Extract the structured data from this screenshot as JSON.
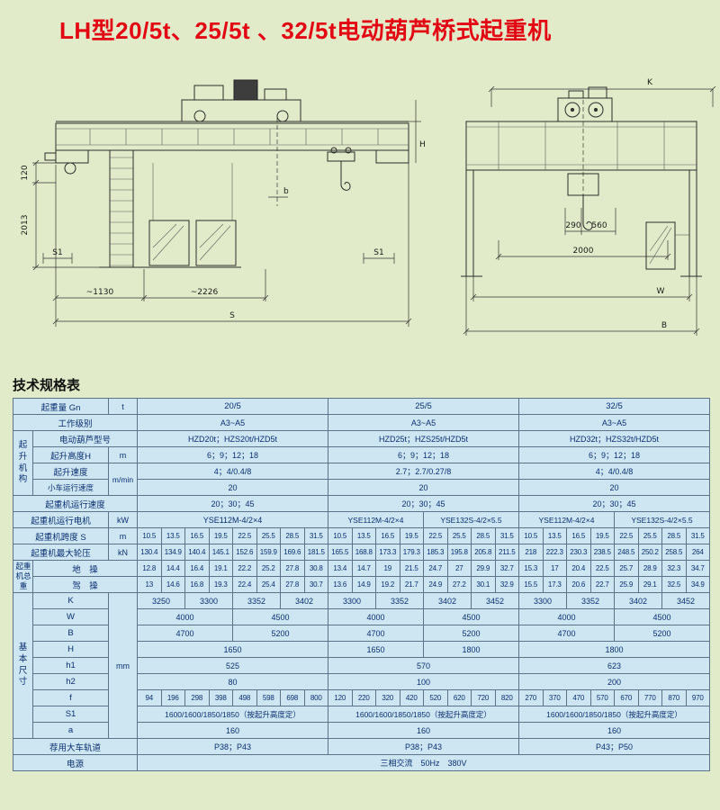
{
  "title": "LH型20/5t、25/5t 、32/5t电动葫芦桥式起重机",
  "spec_table_title": "技术规格表",
  "drawing_side": {
    "dims": {
      "v120": "120",
      "v2013": "2013",
      "s1_left": "S1",
      "s1_right": "S1",
      "w1130": "~1130",
      "w2226": "~2226",
      "span": "S",
      "height": "H",
      "b": "b"
    }
  },
  "drawing_end": {
    "dims": {
      "k": "K",
      "v290": "290",
      "v560": "560",
      "v2000": "2000",
      "w": "W",
      "b": "B"
    }
  },
  "table": {
    "capacity": {
      "label": "起重量 Gn",
      "unit": "t",
      "v": [
        "20/5",
        "25/5",
        "32/5"
      ]
    },
    "duty": {
      "label": "工作级别",
      "v": [
        "A3~A5",
        "A3~A5",
        "A3~A5"
      ]
    },
    "hoist_group": "起升机构",
    "hoist_model": {
      "label": "电动葫芦型号",
      "v": [
        "HZD20t；HZS20t/HZD5t",
        "HZD25t；HZS25t/HZD5t",
        "HZD32t；HZS32t/HZD5t"
      ]
    },
    "lift_height": {
      "label": "起升高度H",
      "unit": "m",
      "v": [
        "6；9；12；18",
        "6；9；12；18",
        "6；9；12；18"
      ]
    },
    "lift_speed": {
      "label": "起升速度",
      "v": [
        "4；4/0.4/8",
        "2.7；2.7/0.27/8",
        "4；4/0.4/8"
      ]
    },
    "trolley_speed": {
      "label": "小车运行速度",
      "unit": "m/min",
      "v": [
        "20",
        "20",
        "20"
      ]
    },
    "crane_speed": {
      "label": "起重机运行速度",
      "v": [
        "20；30；45",
        "20；30；45",
        "20；30；45"
      ]
    },
    "travel_motor": {
      "label": "起重机运行电机",
      "unit": "kW",
      "v": [
        "YSE112M-4/2×4",
        "YSE112M-4/2×4",
        "YSE132S-4/2×5.5",
        "YSE112M-4/2×4",
        "YSE132S-4/2×5.5"
      ]
    },
    "span": {
      "label": "起重机跨度 S",
      "unit": "m",
      "g1": [
        10.5,
        13.5,
        16.5,
        19.5,
        22.5,
        25.5,
        28.5,
        31.5
      ],
      "g2": [
        10.5,
        13.5,
        16.5,
        19.5,
        22.5,
        25.5,
        28.5,
        31.5
      ],
      "g3": [
        10.5,
        13.5,
        16.5,
        19.5,
        22.5,
        25.5,
        28.5,
        31.5
      ]
    },
    "wheel_load": {
      "label": "起重机最大轮压",
      "unit": "kN",
      "g1": [
        130.4,
        134.9,
        140.4,
        145.1,
        152.6,
        159.9,
        169.6,
        181.5
      ],
      "g2": [
        165.5,
        168.8,
        173.3,
        179.3,
        185.3,
        195.8,
        205.8,
        211.5
      ],
      "g3": [
        218,
        222.3,
        230.3,
        238.5,
        248.5,
        250.2,
        258.5,
        264
      ]
    },
    "weight_group": "起重机总重",
    "weight_ground": {
      "label": "地　操",
      "g1": [
        12.8,
        14.4,
        16.4,
        19.1,
        22.2,
        25.2,
        27.8,
        30.8
      ],
      "g2": [
        13.4,
        14.7,
        19,
        21.5,
        24.7,
        27,
        29.9,
        32.7
      ],
      "g3": [
        15.3,
        17,
        20.4,
        22.5,
        25.7,
        28.9,
        32.3,
        34.7
      ]
    },
    "weight_cab": {
      "label": "驾　操",
      "g1": [
        13,
        14.6,
        16.8,
        19.3,
        22.4,
        25.4,
        27.8,
        30.7
      ],
      "g2": [
        13.6,
        14.9,
        19.2,
        21.7,
        24.9,
        27.2,
        30.1,
        32.9
      ],
      "g3": [
        15.5,
        17.3,
        20.6,
        22.7,
        25.9,
        29.1,
        32.5,
        34.9
      ]
    },
    "dims_group": "基本尺寸",
    "dims_unit": "mm",
    "k": {
      "label": "K",
      "g1": [
        3250,
        3300,
        3352,
        3402
      ],
      "g2": [
        3300,
        3352,
        3402,
        3452
      ],
      "g3": [
        3300,
        3352,
        3402,
        3452
      ]
    },
    "w": {
      "label": "W",
      "v": [
        4000,
        4500,
        4000,
        4500,
        4000,
        4500
      ]
    },
    "b": {
      "label": "B",
      "v": [
        4700,
        5200,
        4700,
        5200,
        4700,
        5200
      ]
    },
    "h": {
      "label": "H",
      "v": [
        1650,
        1650,
        1800,
        1800
      ]
    },
    "h1": {
      "label": "h1",
      "v": [
        525,
        570,
        623
      ]
    },
    "h2": {
      "label": "h2",
      "v": [
        80,
        100,
        200
      ]
    },
    "f": {
      "label": "f",
      "g1": [
        94,
        196,
        298,
        398,
        498,
        598,
        698,
        800
      ],
      "g2": [
        120,
        220,
        320,
        420,
        520,
        620,
        720,
        820
      ],
      "g3": [
        270,
        370,
        470,
        570,
        670,
        770,
        870,
        970
      ]
    },
    "s1": {
      "label": "S1",
      "v": [
        "1600/1600/1850/1850（按起升高度定）",
        "1600/1600/1850/1850（按起升高度定）",
        "1600/1600/1850/1850（按起升高度定）"
      ]
    },
    "a": {
      "label": "a",
      "v": [
        160,
        160,
        160
      ]
    },
    "rail": {
      "label": "荐用大车轨道",
      "v": [
        "P38；P43",
        "P38；P43",
        "P43；P50"
      ]
    },
    "power": {
      "label": "电源",
      "v": "三相交流　50Hz　380V"
    }
  }
}
